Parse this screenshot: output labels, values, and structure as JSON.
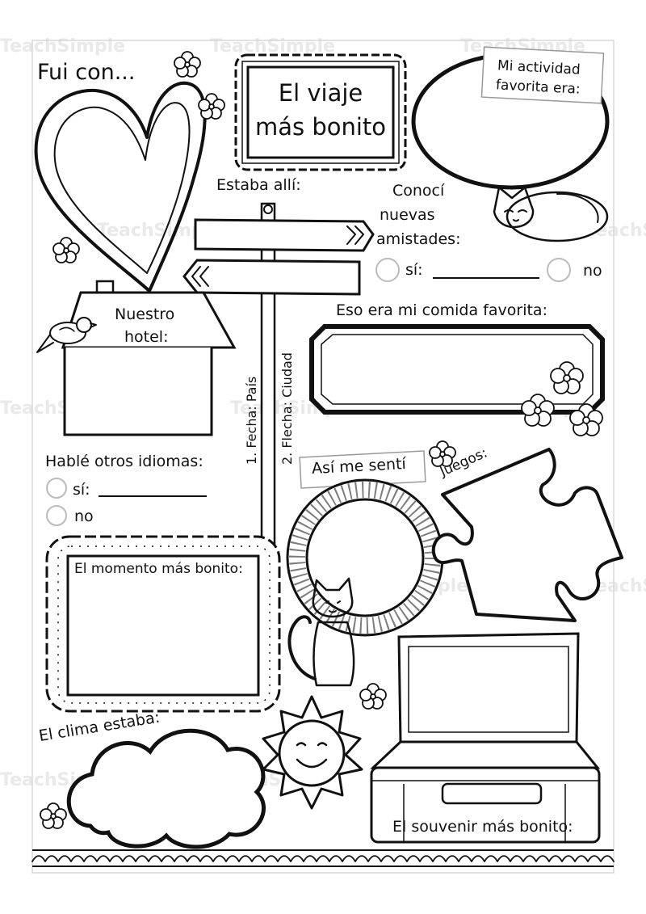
{
  "watermark": "TeachSimple",
  "title": {
    "line1": "El viaje",
    "line2": "más bonito"
  },
  "fui_con": "Fui con...",
  "actividad": {
    "line1": "Mi actividad",
    "line2": "favorita era:"
  },
  "estaba_alli": "Estaba allí:",
  "amistades": {
    "line1": "Conocí",
    "line2": "nuevas",
    "line3": "amistades:",
    "si": "sí:",
    "no": "no"
  },
  "hotel": {
    "line1": "Nuestro",
    "line2": "hotel:"
  },
  "comida": "Eso era mi comida favorita:",
  "flecha1": "1. Fecha: País",
  "flecha2": "2. Flecha: Ciudad",
  "idiomas": {
    "label": "Hablé otros idiomas:",
    "si": "sí:",
    "no": "no"
  },
  "sentimiento": "Así me sentí",
  "juegos": "Juegos:",
  "momento": "El momento más bonito:",
  "clima": "El clima estaba:",
  "souvenir": "El souvenir más bonito:"
}
